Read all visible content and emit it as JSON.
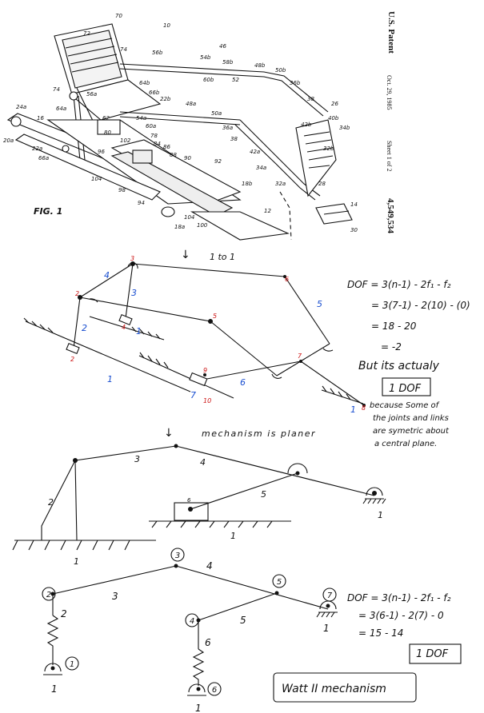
{
  "patent": {
    "header": "U.S. Patent",
    "date": "Oct. 29, 1985",
    "sheet": "Sheet 1 of 2",
    "number": "4,549,534",
    "fig_label": "FIG. 1",
    "callouts": [
      "70",
      "10",
      "72",
      "74",
      "46",
      "56b",
      "54b",
      "58b",
      "48b",
      "50b",
      "60b",
      "52",
      "36b",
      "38",
      "26",
      "74",
      "64b",
      "66b",
      "22b",
      "48a",
      "40b",
      "24a",
      "56a",
      "64a",
      "62",
      "54a",
      "60a",
      "50a",
      "42b",
      "34b",
      "16",
      "80",
      "78",
      "36a",
      "32b",
      "20a",
      "22a",
      "84",
      "86",
      "102",
      "88",
      "90",
      "42a",
      "66a",
      "96",
      "92",
      "38",
      "34a",
      "32a",
      "104",
      "18b",
      "28",
      "98",
      "94",
      "104",
      "100",
      "12",
      "18a",
      "14",
      "30"
    ]
  },
  "colors": {
    "ink": "#111111",
    "red": "#cc1111",
    "blue": "#1a4fd0"
  },
  "transition1": {
    "arrow": "↓",
    "text": "1 to 1"
  },
  "diagram1": {
    "red_labels": [
      "3",
      "2",
      "6",
      "5",
      "4",
      "2",
      "7",
      "9",
      "10",
      "8"
    ],
    "blue_labels": [
      "4",
      "3",
      "2",
      "1",
      "5",
      "1",
      "6",
      "7",
      "1"
    ]
  },
  "dof1": {
    "line1": "DOF = 3(n-1) - 2f₁ - f₂",
    "line2": "= 3(7-1) - 2(10) - (0)",
    "line3": "= 18 - 20",
    "line4": "= -2",
    "line5": "But its actualy",
    "boxed": "1 DOF",
    "note1": "because Some of",
    "note2": "the joints and links",
    "note3": "are symetric about",
    "note4": "a central plane."
  },
  "transition2": {
    "arrow": "↓",
    "text": "mechanism is planer"
  },
  "diagram2": {
    "labels": [
      "3",
      "4",
      "2",
      "5",
      "6",
      "1",
      "1"
    ]
  },
  "diagram3": {
    "joint_labels": [
      "1",
      "2",
      "3",
      "4",
      "5",
      "6",
      "7"
    ],
    "link_labels": [
      "2",
      "3",
      "4",
      "5",
      "6",
      "1",
      "1",
      "1"
    ]
  },
  "dof2": {
    "line1": "DOF = 3(n-1) - 2f₁ - f₂",
    "line2": "= 3(6-1) - 2(7) - 0",
    "line3": "= 15 - 14",
    "boxed": "1 DOF",
    "title": "Watt II mechanism"
  }
}
